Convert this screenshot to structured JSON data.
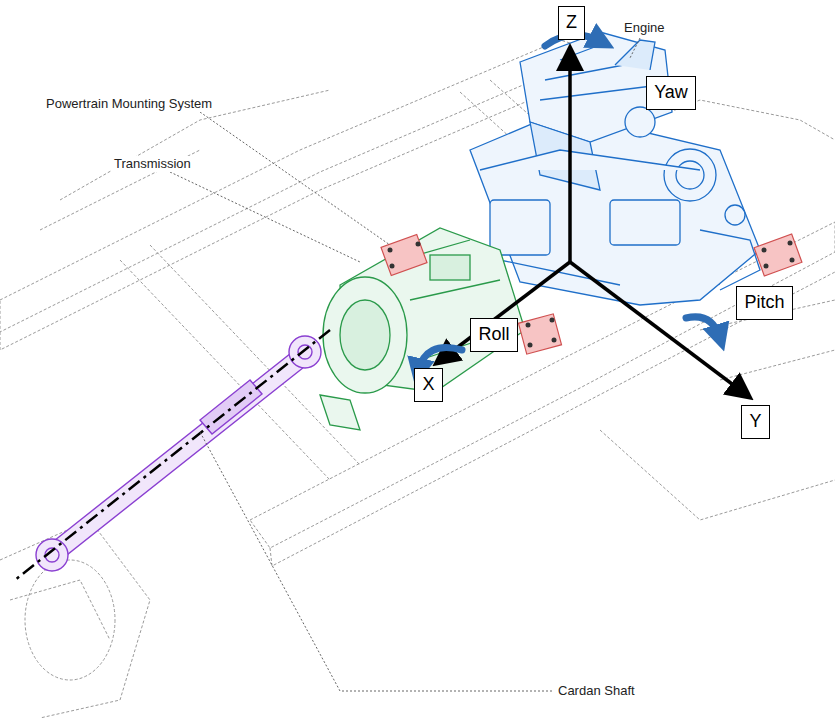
{
  "diagram": {
    "nodes": [
      {
        "text": [
          "Z"
        ]
      },
      {
        "text": [
          "Yaw"
        ]
      },
      {
        "text": [
          "Pitch"
        ]
      },
      {
        "text": [
          "Roll"
        ]
      },
      {
        "text": [
          "X"
        ]
      },
      {
        "text": [
          "Y"
        ]
      }
    ],
    "labels": [
      "Engine",
      "Powertrain Mounting System",
      "Transmission",
      "Cardan Shaft"
    ]
  }
}
